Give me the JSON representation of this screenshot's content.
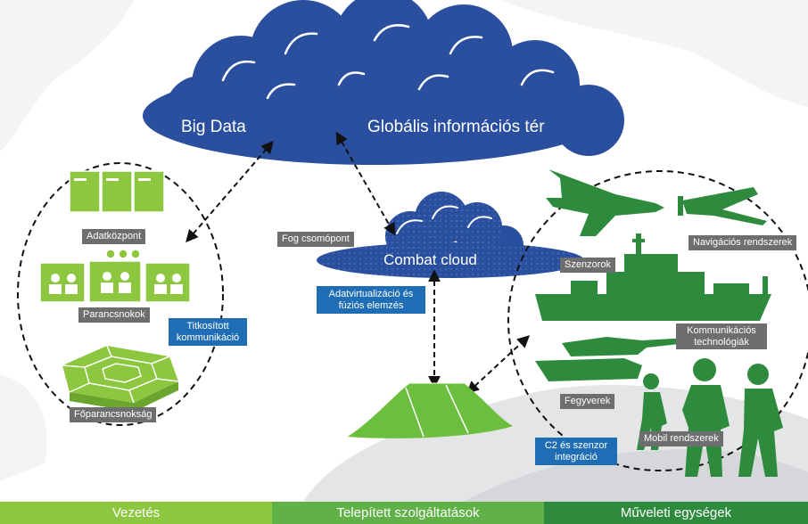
{
  "cloud": {
    "big_data": "Big Data",
    "global_info": "Globális információs tér",
    "combat_cloud": "Combat cloud"
  },
  "left": {
    "datacenter": "Adatközpont",
    "commands": "Parancsnokok",
    "headquarters": "Főparancsnokság",
    "encrypted_comm": "Titkosított kommunikáció"
  },
  "middle": {
    "fog_node": "Fog csomópont",
    "data_virtualization": "Adatvirtualizáció és fúziós elemzés",
    "c2_sensor": "C2 és szenzor integráció"
  },
  "right": {
    "sensors": "Szenzorok",
    "navigation": "Navigációs rendszerek",
    "comm_tech": "Kommunikációs technológiák",
    "weapons": "Fegyverek",
    "mobile": "Mobil rendszerek"
  },
  "footer": {
    "leadership": "Vezetés",
    "deployed_services": "Telepített szolgáltatások",
    "operational_units": "Műveleti egységek"
  },
  "colors": {
    "cloud_blue": "#2a4f9e",
    "light_green": "#8dc63f",
    "mid_green": "#5fb148",
    "dark_green": "#2e8b3e",
    "label_blue": "#1f6eb5",
    "label_gray": "#6d6e70"
  }
}
